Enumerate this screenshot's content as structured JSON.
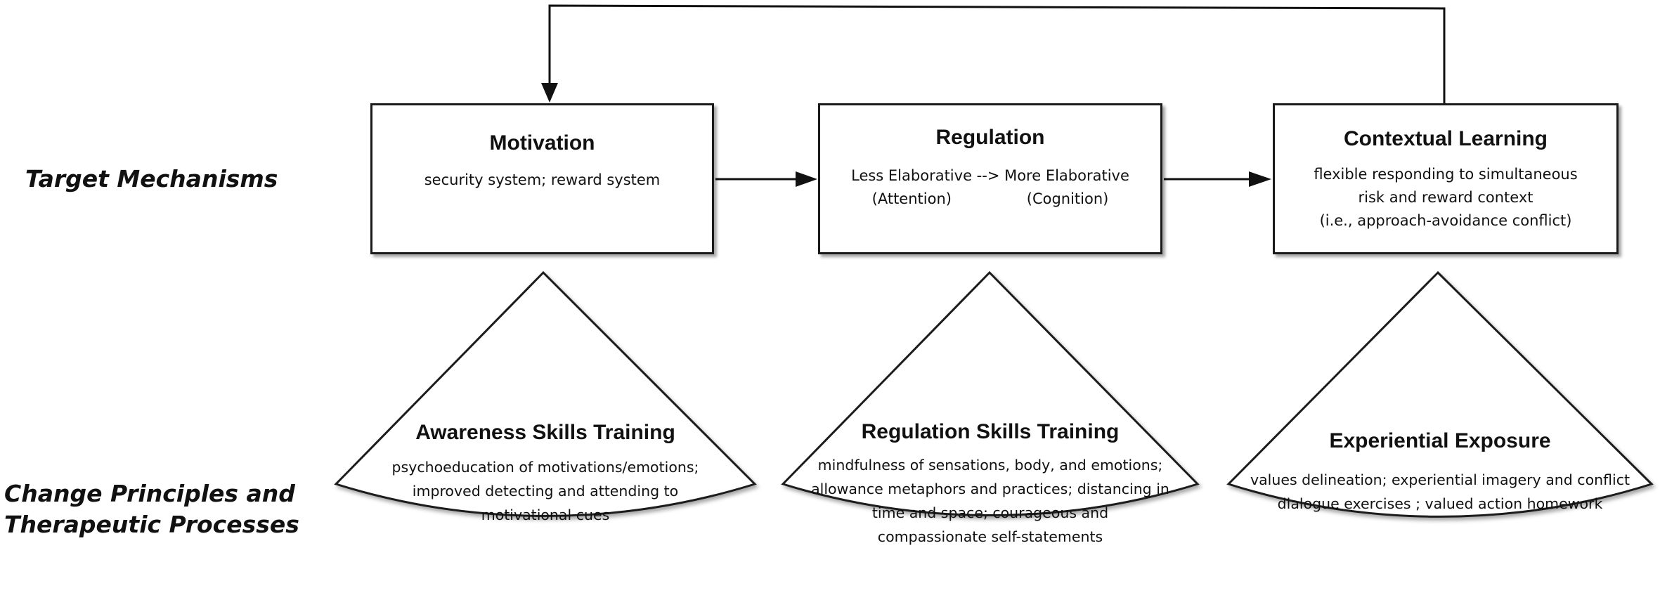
{
  "row_labels": {
    "mechanisms": "Target Mechanisms",
    "principles": "Change Principles and\nTherapeutic Processes"
  },
  "mechanisms": [
    {
      "title": "Motivation",
      "description": "security system; reward system"
    },
    {
      "title": "Regulation",
      "description": "Less Elaborative --> More Elaborative\n(Attention)                (Cognition)"
    },
    {
      "title": "Contextual Learning",
      "description": "flexible responding to simultaneous\nrisk and reward context\n(i.e., approach-avoidance conflict)"
    }
  ],
  "processes": [
    {
      "title": "Awareness Skills Training",
      "description": "psychoeducation of motivations/emotions;\nimproved detecting and attending to\nmotivational cues"
    },
    {
      "title": "Regulation Skills Training",
      "description": "mindfulness of sensations, body, and emotions;\nallowance metaphors and practices; distancing in\ntime and space; courageous and\ncompassionate self-statements"
    },
    {
      "title": "Experiential Exposure",
      "description": "values delineation; experiential imagery and conflict\ndialogue exercises ; valued action homework"
    }
  ]
}
